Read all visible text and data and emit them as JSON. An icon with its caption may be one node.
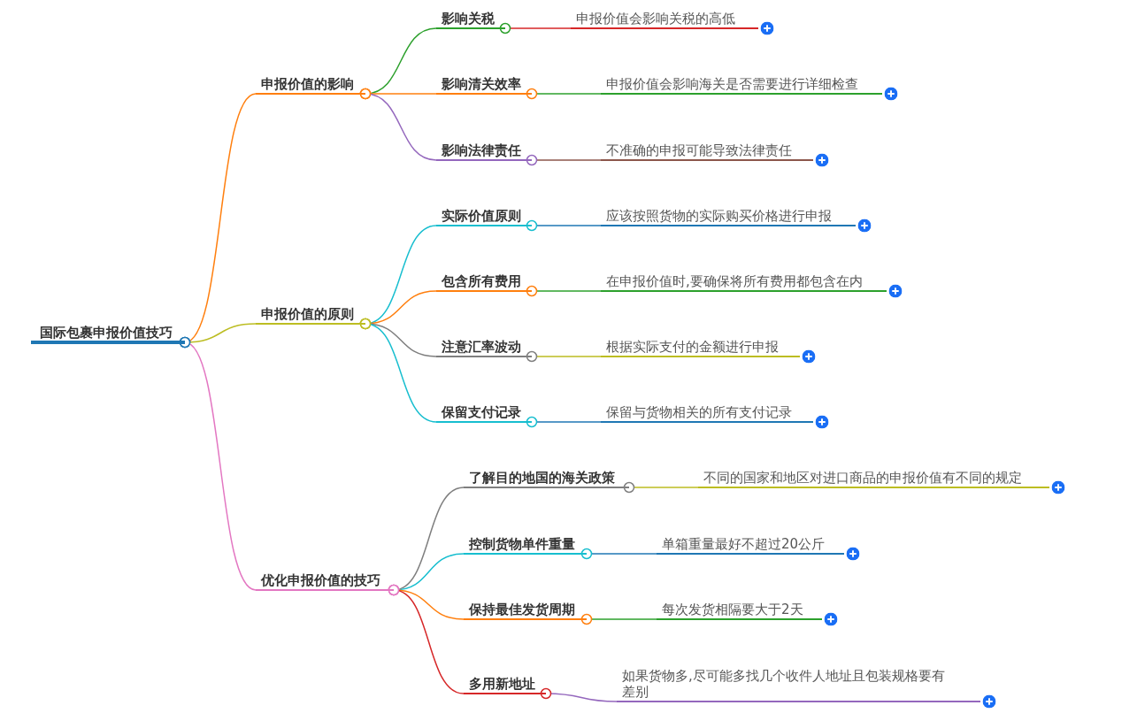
{
  "diagram": {
    "nodes": [
      {
        "text": [
          "国际包裹申报价值技巧"
        ]
      },
      {
        "text": [
          "申报价值的影响"
        ]
      },
      {
        "text": [
          "影响关税"
        ]
      },
      {
        "text": [
          "申报价值会影响关税的高低"
        ]
      },
      {
        "text": [
          "影响清关效率"
        ]
      },
      {
        "text": [
          "申报价值会影响海关是否需要进行详细检查"
        ]
      },
      {
        "text": [
          "影响法律责任"
        ]
      },
      {
        "text": [
          "不准确的申报可能导致法律责任"
        ]
      },
      {
        "text": [
          "申报价值的原则"
        ]
      },
      {
        "text": [
          "实际价值原则"
        ]
      },
      {
        "text": [
          "应该按照货物的实际购买价格进行申报"
        ]
      },
      {
        "text": [
          "包含所有费用"
        ]
      },
      {
        "text": [
          "在申报价值时,要确保将所有费用都包含在内"
        ]
      },
      {
        "text": [
          "注意汇率波动"
        ]
      },
      {
        "text": [
          "根据实际支付的金额进行申报"
        ]
      },
      {
        "text": [
          "保留支付记录"
        ]
      },
      {
        "text": [
          "保留与货物相关的所有支付记录"
        ]
      },
      {
        "text": [
          "优化申报价值的技巧"
        ]
      },
      {
        "text": [
          "了解目的地国的海关政策"
        ]
      },
      {
        "text": [
          "不同的国家和地区对进口商品的申报价值有不同的规定"
        ]
      },
      {
        "text": [
          "控制货物单件重量"
        ]
      },
      {
        "text": [
          "单箱重量最好不超过20公斤"
        ]
      },
      {
        "text": [
          "保持最佳发货周期"
        ]
      },
      {
        "text": [
          "每次发货相隔要大于2天"
        ]
      },
      {
        "text": [
          "多用新地址"
        ]
      },
      {
        "text": [
          "如果货物多,尽可能多找几个收件人地址且包装规格要有差别"
        ]
      }
    ],
    "edges": [
      {
        "from": 0,
        "to": 1,
        "arrow": "other",
        "color": "#ff7f0e"
      },
      {
        "from": 0,
        "to": 8,
        "arrow": "other",
        "color": "#bcbd22"
      },
      {
        "from": 0,
        "to": 17,
        "arrow": "other",
        "color": "#e377c2"
      },
      {
        "from": 1,
        "to": 2,
        "arrow": "other",
        "color": "#2ca02c"
      },
      {
        "from": 1,
        "to": 4,
        "arrow": "other",
        "color": "#ff7f0e"
      },
      {
        "from": 1,
        "to": 6,
        "arrow": "other",
        "color": "#9467bd"
      },
      {
        "from": 2,
        "to": 3,
        "arrow": "other",
        "color": "#d62728"
      },
      {
        "from": 4,
        "to": 5,
        "arrow": "other",
        "color": "#2ca02c"
      },
      {
        "from": 6,
        "to": 7,
        "arrow": "other",
        "color": "#8c564b"
      },
      {
        "from": 8,
        "to": 9,
        "arrow": "other",
        "color": "#17becf"
      },
      {
        "from": 8,
        "to": 11,
        "arrow": "other",
        "color": "#ff7f0e"
      },
      {
        "from": 8,
        "to": 13,
        "arrow": "other",
        "color": "#7f7f7f"
      },
      {
        "from": 8,
        "to": 15,
        "arrow": "other",
        "color": "#17becf"
      },
      {
        "from": 9,
        "to": 10,
        "arrow": "other",
        "color": "#1f77b4"
      },
      {
        "from": 11,
        "to": 12,
        "arrow": "other",
        "color": "#2ca02c"
      },
      {
        "from": 13,
        "to": 14,
        "arrow": "other",
        "color": "#bcbd22"
      },
      {
        "from": 15,
        "to": 16,
        "arrow": "other",
        "color": "#1f77b4"
      },
      {
        "from": 17,
        "to": 18,
        "arrow": "other",
        "color": "#7f7f7f"
      },
      {
        "from": 17,
        "to": 20,
        "arrow": "other",
        "color": "#17becf"
      },
      {
        "from": 17,
        "to": 22,
        "arrow": "other",
        "color": "#ff7f0e"
      },
      {
        "from": 17,
        "to": 24,
        "arrow": "other",
        "color": "#d62728"
      },
      {
        "from": 18,
        "to": 19,
        "arrow": "other",
        "color": "#bcbd22"
      },
      {
        "from": 20,
        "to": 21,
        "arrow": "other",
        "color": "#1f77b4"
      },
      {
        "from": 22,
        "to": 23,
        "arrow": "other",
        "color": "#2ca02c"
      },
      {
        "from": 24,
        "to": 25,
        "arrow": "other",
        "color": "#9467bd"
      }
    ]
  }
}
